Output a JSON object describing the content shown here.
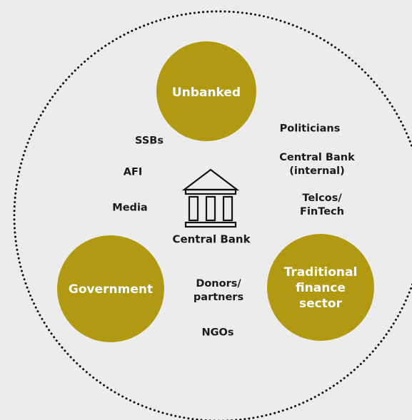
{
  "colors": {
    "background": "#ececec",
    "circle_fill": "#b19a11",
    "circle_text": "#ffffff",
    "label_text": "#1a1a1a",
    "dotted_border": "#111111"
  },
  "circles": {
    "unbanked": "Unbanked",
    "government": "Government",
    "traditional_finance": {
      "line1": "Traditional",
      "line2": "finance",
      "line3": "sector"
    }
  },
  "center": {
    "icon": "bank-building-icon",
    "label": "Central Bank"
  },
  "stakeholders": {
    "ssbs": "SSBs",
    "afi": "AFI",
    "media": "Media",
    "politicians": "Politicians",
    "central_bank_internal": {
      "line1": "Central Bank",
      "line2": "(internal)"
    },
    "telcos_fintech": {
      "line1": "Telcos/",
      "line2": "FinTech"
    },
    "donors_partners": {
      "line1": "Donors/",
      "line2": "partners"
    },
    "ngos": "NGOs"
  }
}
